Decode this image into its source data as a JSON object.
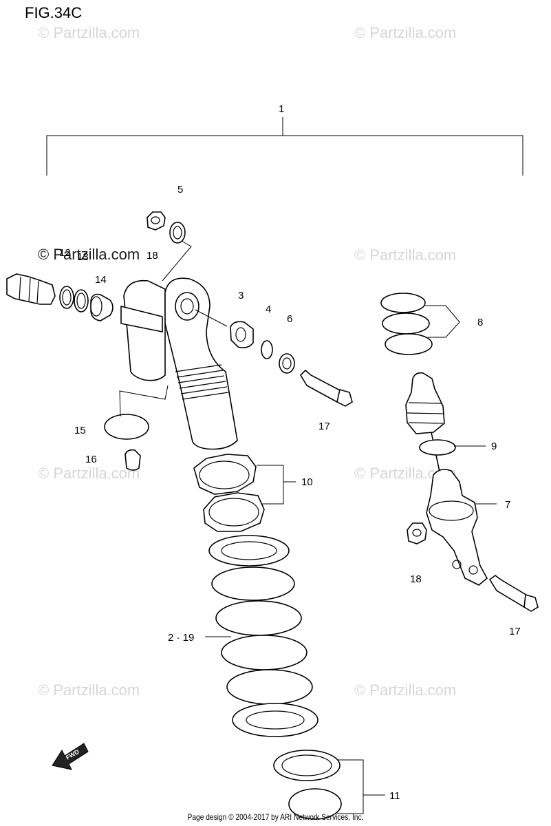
{
  "figure": {
    "title": "FIG.34C"
  },
  "watermark": {
    "text": "© Partzilla.com"
  },
  "callouts": {
    "c1": "1",
    "c3": "3",
    "c4": "4",
    "c5": "5",
    "c6": "6",
    "c7": "7",
    "c8": "8",
    "c9": "9",
    "c10": "10",
    "c11": "11",
    "c12": "12",
    "c13": "13",
    "c14": "14",
    "c15": "15",
    "c16": "16",
    "c17a": "17",
    "c17b": "17",
    "c18a": "18",
    "c18b": "18",
    "c2_19": "2 · 19"
  },
  "fwd": {
    "label": "FWD"
  },
  "footer": {
    "text": "Page design © 2004-2017 by ARI Network Services, Inc."
  }
}
